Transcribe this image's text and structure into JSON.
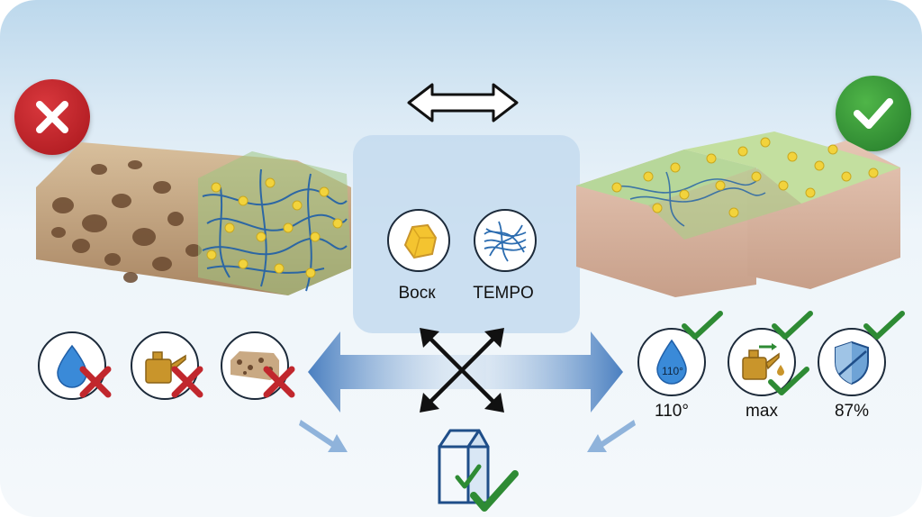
{
  "center": {
    "wax_label": "Воск",
    "tempo_label": "TEMPO"
  },
  "results": {
    "contact_angle_inner": "110°",
    "contact_angle_value": "110°",
    "oil_value": "max",
    "shield_value": "87%"
  },
  "icons": {
    "bad_badge": "cross-icon",
    "good_badge": "check-icon",
    "exchange": "double-arrow-icon",
    "crossing": "cross-arrows-icon",
    "package": "milk-carton-icon"
  },
  "colors": {
    "bad": "#c1272d",
    "good": "#2e8b34",
    "water": "#2f7fd0",
    "oil": "#c9952b",
    "fiber": "#1f5fa8",
    "particle": "#f2d33c"
  }
}
